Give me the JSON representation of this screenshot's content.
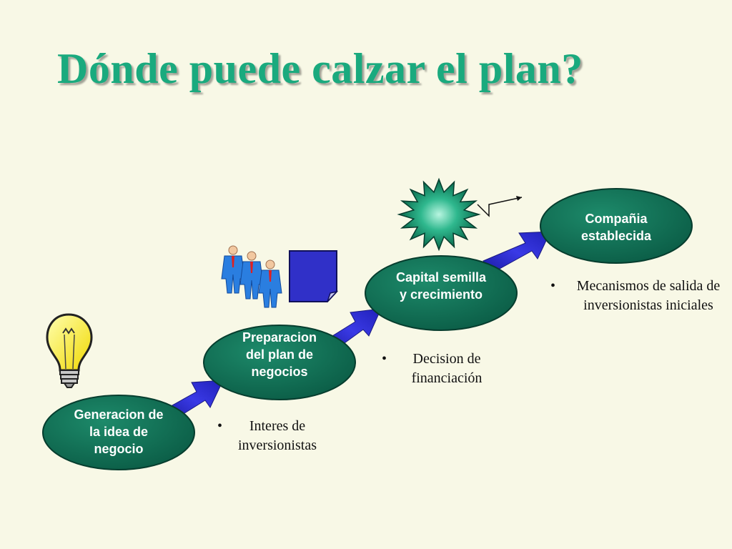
{
  "title": "Dónde puede calzar el plan?",
  "stages": [
    {
      "label": "Generacion de la idea de negocio"
    },
    {
      "label": "Preparacion del plan de negocios"
    },
    {
      "label": "Capital semilla y crecimiento"
    },
    {
      "label": "Compañia establecida"
    }
  ],
  "notes": [
    {
      "bullet": "•",
      "text": "Interes de inversionistas"
    },
    {
      "bullet": "•",
      "text": "Decision de financiación"
    },
    {
      "bullet": "•",
      "text": "Mecanismos de salida de inversionistas iniciales"
    }
  ],
  "colors": {
    "title": "#1aaa7e",
    "stage_fill": "#0d6b52",
    "arrow": "#2b2bd6",
    "background": "#f8f8e6"
  },
  "icons": [
    "lightbulb-icon",
    "business-people-icon",
    "document-icon",
    "starburst-icon",
    "lightning-icon"
  ]
}
